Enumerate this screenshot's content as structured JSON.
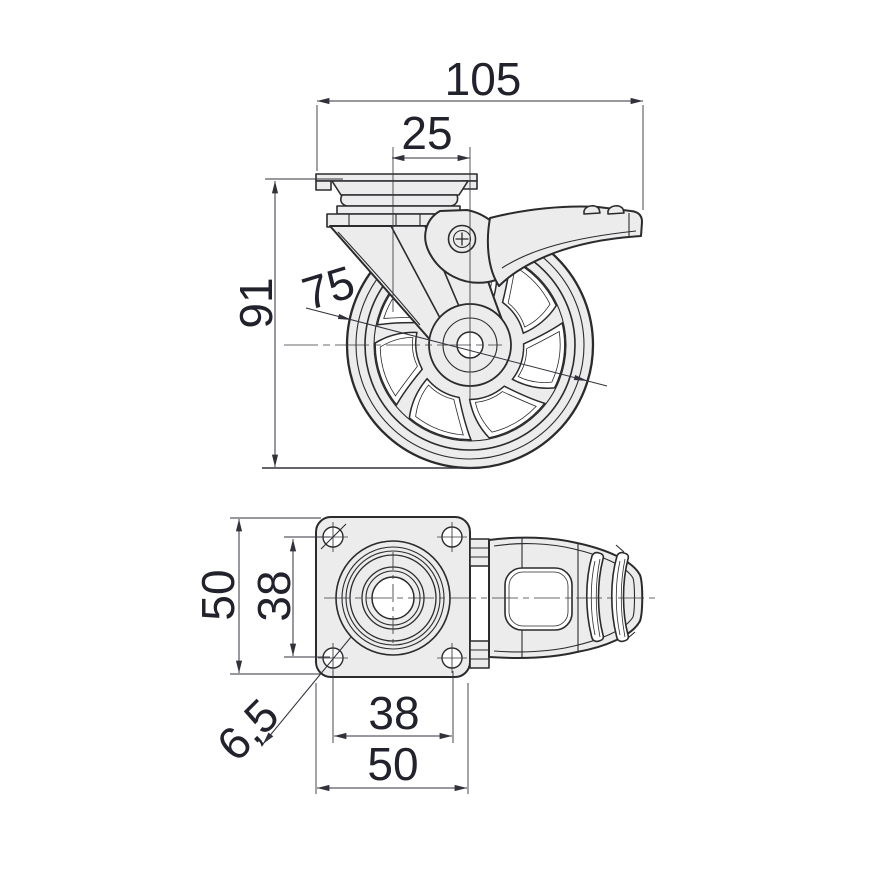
{
  "drawing": {
    "kind": "caster-wheel-technical-drawing",
    "colors": {
      "outline": "#2b2b2e",
      "part_fill": "#ececec",
      "dimension": "#32323c",
      "text": "#22222c",
      "background": "#ffffff"
    },
    "side_view": {
      "dims": {
        "overall_length": "105",
        "swivel_offset": "25",
        "overall_height": "91",
        "wheel_diameter": "75"
      }
    },
    "plate_view": {
      "dims": {
        "plate_height": "50",
        "hole_pitch_vertical": "38",
        "hole_pitch_horizontal": "38",
        "plate_width": "50",
        "hole_diameter": "6,5"
      }
    }
  }
}
